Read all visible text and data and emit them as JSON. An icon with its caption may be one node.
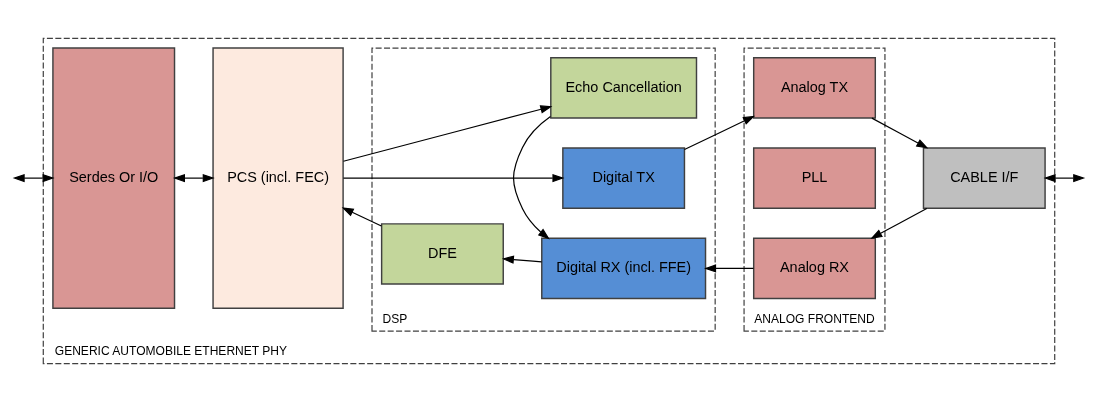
{
  "diagram": {
    "nodes": [
      {
        "text": [
          "GENERIC AUTOMOBILE ETHERNET PHY"
        ]
      },
      {
        "text": [
          "Serdes Or I/O"
        ],
        "in": 0
      },
      {
        "text": [
          "PCS (incl. FEC)"
        ],
        "in": 0
      },
      {
        "text": [
          "DSP"
        ],
        "in": 0
      },
      {
        "text": [
          "DFE"
        ],
        "in": 3
      },
      {
        "text": [
          "Digital RX (incl. FFE)"
        ],
        "in": 3
      },
      {
        "text": [
          "Echo Cancellation"
        ],
        "in": 3
      },
      {
        "text": [
          "Digital TX"
        ],
        "in": 3
      },
      {
        "text": [
          "ANALOG FRONTEND"
        ],
        "in": 0
      },
      {
        "text": [
          "Analog RX"
        ],
        "in": 8
      },
      {
        "text": [
          "PLL"
        ],
        "in": 8
      },
      {
        "text": [
          "Analog TX"
        ],
        "in": 8
      },
      {
        "text": [
          "CABLE I/F"
        ],
        "in": 0
      }
    ],
    "edges": [
      {
        "from": null,
        "to": 1,
        "arrow": "both"
      },
      {
        "from": 1,
        "to": 2,
        "arrow": "both"
      },
      {
        "from": 4,
        "to": 2,
        "arrow": "to"
      },
      {
        "from": 5,
        "to": 4,
        "arrow": "to"
      },
      {
        "from": 9,
        "to": 5,
        "arrow": "to"
      },
      {
        "from": 6,
        "to": 5,
        "arrow": "to"
      },
      {
        "from": 2,
        "to": 7,
        "arrow": "to"
      },
      {
        "from": 2,
        "to": 6,
        "arrow": "to"
      },
      {
        "from": 7,
        "to": 11,
        "arrow": "to"
      },
      {
        "from": 12,
        "to": 9,
        "arrow": "to"
      },
      {
        "from": 11,
        "to": 12,
        "arrow": "to"
      },
      {
        "from": 12,
        "to": null,
        "arrow": "both"
      }
    ]
  }
}
